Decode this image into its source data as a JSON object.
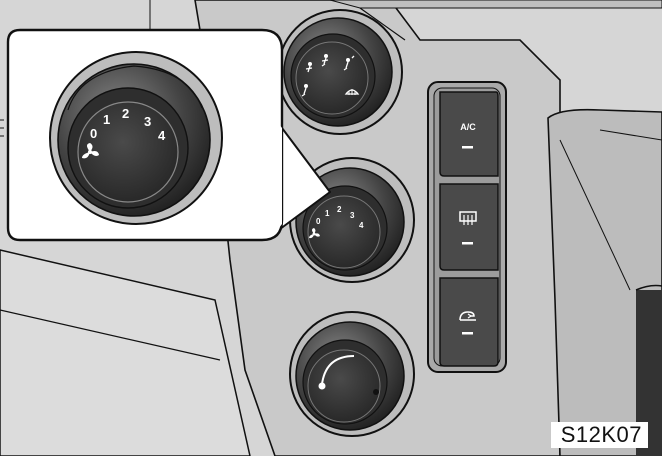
{
  "figure_code": "S12K07",
  "fan_dial": {
    "positions": [
      "0",
      "1",
      "2",
      "3",
      "4"
    ],
    "icon": "fan-icon"
  },
  "mode_dial": {
    "icons": [
      "vent-face-icon",
      "vent-face-feet-icon",
      "vent-feet-icon",
      "vent-feet-defrost-icon",
      "defrost-icon"
    ]
  },
  "temperature_dial": {
    "icons": [
      "cold-dot-icon",
      "hot-dot-icon"
    ]
  },
  "buttons": [
    {
      "label": "A/C",
      "icon": ""
    },
    {
      "label": "",
      "icon": "rear-defrost-icon"
    },
    {
      "label": "",
      "icon": "recirculation-icon"
    }
  ],
  "colors": {
    "outline": "#111111",
    "panel_gray": "#cfcfcf",
    "dark_knob": "#3a3a3a",
    "button_dark": "#4a4a4a"
  }
}
